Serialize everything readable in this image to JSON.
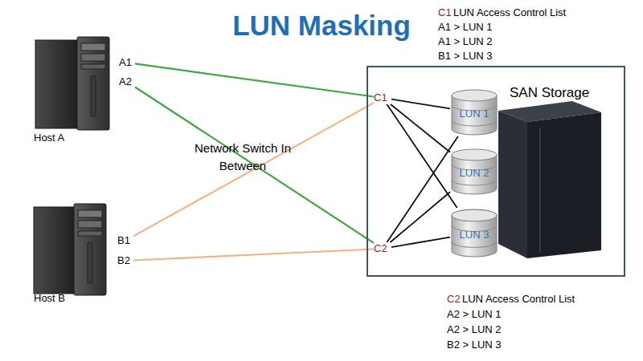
{
  "diagram": {
    "title": "LUN Masking",
    "nodes": [
      {
        "text": [
          "Host A"
        ]
      },
      {
        "text": [
          "A1"
        ],
        "in": 0
      },
      {
        "text": [
          "A2"
        ],
        "in": 0
      },
      {
        "text": [
          "Host B"
        ]
      },
      {
        "text": [
          "B1"
        ],
        "in": 3
      },
      {
        "text": [
          "B2"
        ],
        "in": 3
      },
      {
        "text": [
          "SAN Storage"
        ]
      },
      {
        "text": [
          "C1"
        ],
        "in": 6
      },
      {
        "text": [
          "C2"
        ],
        "in": 6
      },
      {
        "text": [
          "LUN 1"
        ],
        "in": 6
      },
      {
        "text": [
          "LUN 2"
        ],
        "in": 6
      },
      {
        "text": [
          "LUN 3"
        ],
        "in": 6
      }
    ],
    "edges": [
      {
        "from": 1,
        "to": 7,
        "arrow": "none"
      },
      {
        "from": 2,
        "to": 8,
        "arrow": "none"
      },
      {
        "from": 4,
        "to": 7,
        "arrow": "none"
      },
      {
        "from": 5,
        "to": 8,
        "arrow": "none"
      },
      {
        "from": 7,
        "to": 9,
        "arrow": "none"
      },
      {
        "from": 7,
        "to": 10,
        "arrow": "none"
      },
      {
        "from": 7,
        "to": 11,
        "arrow": "none"
      },
      {
        "from": 8,
        "to": 9,
        "arrow": "none"
      },
      {
        "from": 8,
        "to": 10,
        "arrow": "none"
      },
      {
        "from": 8,
        "to": 11,
        "arrow": "none"
      }
    ],
    "labels": [
      "C1",
      "LUN Access Control List",
      "A1 > LUN 1",
      "A1 > LUN 2",
      "B1 > LUN 3",
      "C2",
      "LUN Access Control List",
      "A2 > LUN 1",
      "A2 > LUN 2",
      "B2 > LUN 3",
      "Network Switch In Between"
    ]
  }
}
